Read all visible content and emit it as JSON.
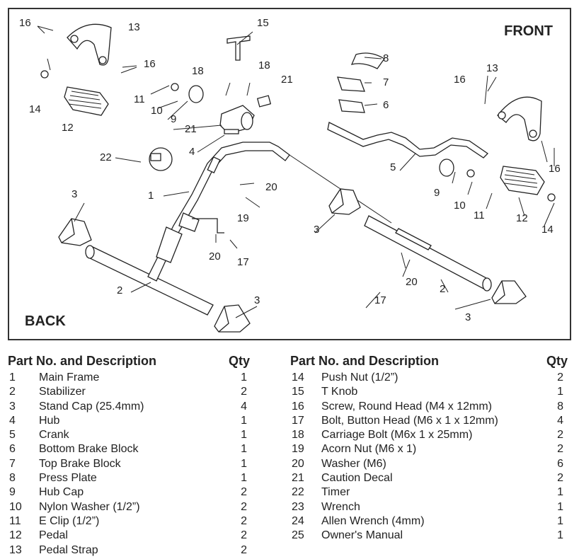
{
  "diagram": {
    "front_label": "FRONT",
    "back_label": "BACK",
    "callouts": [
      "16",
      "13",
      "16",
      "15",
      "18",
      "18",
      "21",
      "8",
      "7",
      "6",
      "14",
      "12",
      "11",
      "10",
      "9",
      "21",
      "4",
      "22",
      "1",
      "20",
      "19",
      "3",
      "2",
      "3",
      "20",
      "17",
      "13",
      "16",
      "16",
      "5",
      "9",
      "10",
      "11",
      "12",
      "14",
      "3",
      "2",
      "20",
      "17",
      "3"
    ]
  },
  "parts_table": {
    "header_desc": "Part No. and Description",
    "header_qty": "Qty",
    "left": [
      {
        "no": "1",
        "desc": "Main Frame",
        "qty": "1"
      },
      {
        "no": "2",
        "desc": "Stabilizer",
        "qty": "2"
      },
      {
        "no": "3",
        "desc": "Stand Cap (25.4mm)",
        "qty": "4"
      },
      {
        "no": "4",
        "desc": "Hub",
        "qty": "1"
      },
      {
        "no": "5",
        "desc": "Crank",
        "qty": "1"
      },
      {
        "no": "6",
        "desc": "Bottom Brake Block",
        "qty": "1"
      },
      {
        "no": "7",
        "desc": "Top Brake Block",
        "qty": "1"
      },
      {
        "no": "8",
        "desc": "Press Plate",
        "qty": "1"
      },
      {
        "no": "9",
        "desc": "Hub Cap",
        "qty": "2"
      },
      {
        "no": "10",
        "desc": "Nylon Washer (1/2”)",
        "qty": "2"
      },
      {
        "no": "11",
        "desc": "E Clip (1/2”)",
        "qty": "2"
      },
      {
        "no": "12",
        "desc": "Pedal",
        "qty": "2"
      },
      {
        "no": "13",
        "desc": "Pedal Strap",
        "qty": "2"
      }
    ],
    "right": [
      {
        "no": "14",
        "desc": "Push Nut (1/2”)",
        "qty": "2"
      },
      {
        "no": "15",
        "desc": "T Knob",
        "qty": "1"
      },
      {
        "no": "16",
        "desc": "Screw, Round Head (M4 x 12mm)",
        "qty": "8"
      },
      {
        "no": "17",
        "desc": "Bolt, Button Head (M6 x 1 x 12mm)",
        "qty": "4"
      },
      {
        "no": "18",
        "desc": "Carriage Bolt (M6x 1 x 25mm)",
        "qty": "2"
      },
      {
        "no": "19",
        "desc": "Acorn Nut (M6 x 1)",
        "qty": "2"
      },
      {
        "no": "20",
        "desc": "Washer (M6)",
        "qty": "6"
      },
      {
        "no": "21",
        "desc": "Caution Decal",
        "qty": "2"
      },
      {
        "no": "22",
        "desc": "Timer",
        "qty": "1"
      },
      {
        "no": "23",
        "desc": "Wrench",
        "qty": "1"
      },
      {
        "no": "24",
        "desc": "Allen Wrench (4mm)",
        "qty": "1"
      },
      {
        "no": "25",
        "desc": "Owner's Manual",
        "qty": "1"
      }
    ]
  }
}
